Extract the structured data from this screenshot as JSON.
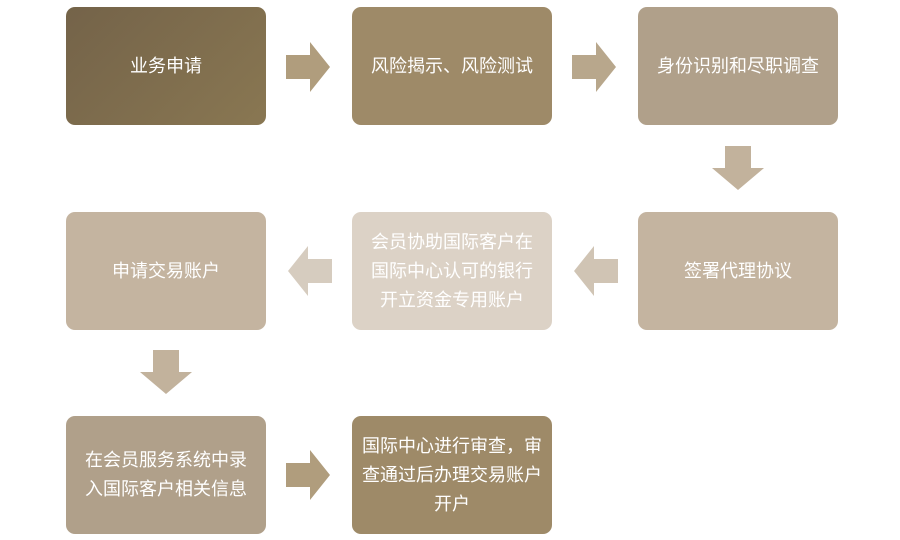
{
  "steps": [
    {
      "id": "step-1",
      "label": "业务申请",
      "color": "#7a6a4c",
      "gradient_end": "#8a7852"
    },
    {
      "id": "step-2",
      "label": "风险揭示、风险测试",
      "color": "#9e8a68"
    },
    {
      "id": "step-3",
      "label": "身份识别和尽职调查",
      "color": "#b0a08a"
    },
    {
      "id": "step-4",
      "label": "签署代理协议",
      "color": "#c4b4a0"
    },
    {
      "id": "step-5",
      "label": "会员协助国际客户在国际中心认可的银行开立资金专用账户",
      "color": "#dcd2c6"
    },
    {
      "id": "step-6",
      "label": "申请交易账户",
      "color": "#c4b4a0"
    },
    {
      "id": "step-7",
      "label": "在会员服务系统中录入国际客户相关信息",
      "color": "#b0a08a"
    },
    {
      "id": "step-8",
      "label": "国际中心进行审查，审查通过后办理交易账户开户",
      "color": "#9e8a68"
    }
  ],
  "arrows": [
    {
      "id": "arrow-1-2",
      "direction": "right",
      "color": "#b09d7d"
    },
    {
      "id": "arrow-2-3",
      "direction": "right",
      "color": "#b8a78c"
    },
    {
      "id": "arrow-3-4",
      "direction": "down",
      "color": "#c2b29c"
    },
    {
      "id": "arrow-4-5",
      "direction": "left",
      "color": "#d0c4b4"
    },
    {
      "id": "arrow-5-6",
      "direction": "left",
      "color": "#d6ccbf"
    },
    {
      "id": "arrow-6-7",
      "direction": "down",
      "color": "#c2b29c"
    },
    {
      "id": "arrow-7-8",
      "direction": "right",
      "color": "#b09d7d"
    }
  ]
}
